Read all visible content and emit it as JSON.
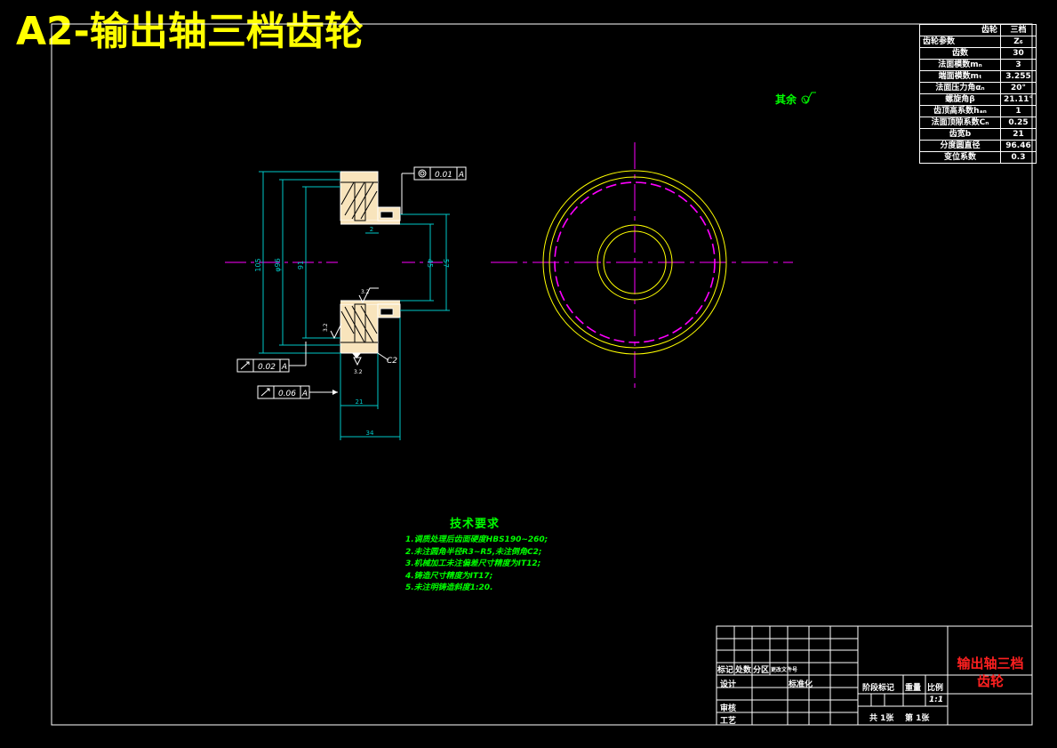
{
  "banner": "A2-输出轴三档齿轮",
  "gear_table": {
    "header_top": "齿轮",
    "header_top_value": "三档",
    "header_bottom": "齿轮参数",
    "header_bottom_value": "Z₆",
    "rows": [
      {
        "name": "齿数",
        "value": "30"
      },
      {
        "name": "法面模数mₙ",
        "value": "3"
      },
      {
        "name": "端面模数mₜ",
        "value": "3.255"
      },
      {
        "name": "法面压力角αₙ",
        "value": "20°"
      },
      {
        "name": "螺旋角β",
        "value": "21.11°"
      },
      {
        "name": "齿顶高系数hₐₙ",
        "value": "1"
      },
      {
        "name": "法面顶隙系数Cₙ",
        "value": "0.25"
      },
      {
        "name": "齿宽b",
        "value": "21"
      },
      {
        "name": "分度圆直径",
        "value": "96.46"
      },
      {
        "name": "变位系数",
        "value": "0.3"
      }
    ]
  },
  "surface_note": "其余",
  "dimensions": {
    "tip_diameter": "105",
    "pitch_diameter": "φ96",
    "root_diameter": "91",
    "hub_bore": "45",
    "hub_outer": "57",
    "keyway": "2",
    "tooth_width": "21",
    "total_width": "34",
    "chamfer": "C2",
    "roughness_a": "3.2",
    "roughness_b": "3.2",
    "roughness_c": "3.2"
  },
  "tolerances": {
    "concentricity": {
      "value": "0.01",
      "datum": "A"
    },
    "runout_face": {
      "value": "0.02",
      "datum": "A"
    },
    "runout_side": {
      "value": "0.06",
      "datum": "A"
    }
  },
  "datum_label": "A",
  "requirements": {
    "title": "技术要求",
    "items": [
      "1.调质处理后齿面硬度HBS190~260;",
      "2.未注圆角半径R3~R5,未注倒角C2;",
      "3.机械加工未注偏差尺寸精度为IT12;",
      "4.铸造尺寸精度为IT17;",
      "5.未注明铸造斜度1:20."
    ]
  },
  "title_block": {
    "part_name_line1": "输出轴三档",
    "part_name_line2": "齿轮",
    "mark_label": "标记",
    "count_label": "处数",
    "zone_label": "分区",
    "change_label": "更改文件号",
    "design_label": "设计",
    "standard_label": "标准化",
    "review_label": "审核",
    "process_label": "工艺",
    "stage_label": "阶段标记",
    "weight_label": "重量",
    "scale_label": "比例",
    "scale_value": "1:1",
    "sheets_label": "共 1张",
    "sheet_label": "第 1张"
  }
}
